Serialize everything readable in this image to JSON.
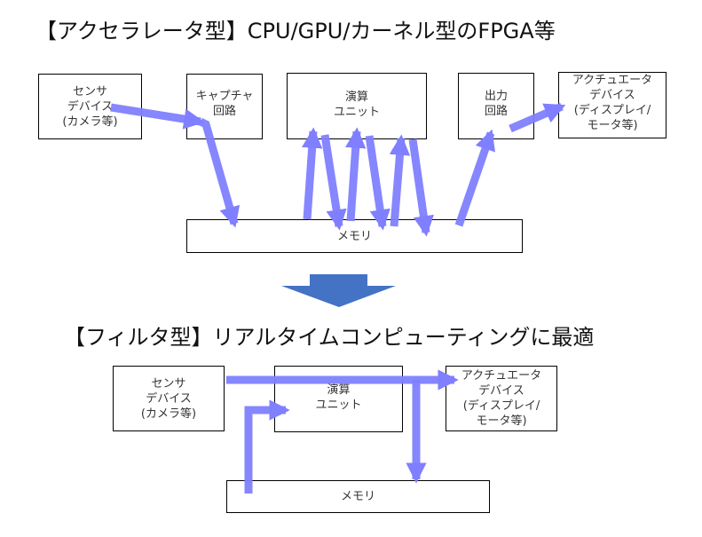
{
  "top_section": {
    "title": "【アクセラレータ型】CPU/GPU/カーネル型のFPGA等",
    "boxes": {
      "sensor": "センサ\nデバイス\n(カメラ等)",
      "capture": "キャプチャ\n回路",
      "compute": "演算\nユニット",
      "output": "出力\n回路",
      "actuator": "アクチュエータ\nデバイス\n(ディスプレイ/\nモータ等)",
      "memory": "メモリ"
    }
  },
  "transition_arrow": "down-block-arrow",
  "bottom_section": {
    "title": "【フィルタ型】リアルタイムコンピューティングに最適",
    "boxes": {
      "sensor": "センサ\nデバイス\n(カメラ等)",
      "compute": "演算\nユニット",
      "actuator": "アクチュエータ\nデバイス\n(ディスプレイ/\nモータ等)",
      "memory": "メモリ"
    }
  },
  "colors": {
    "flow_arrow": "#7f7fff",
    "block_arrow": "#4472c4",
    "box_border": "#000000"
  }
}
